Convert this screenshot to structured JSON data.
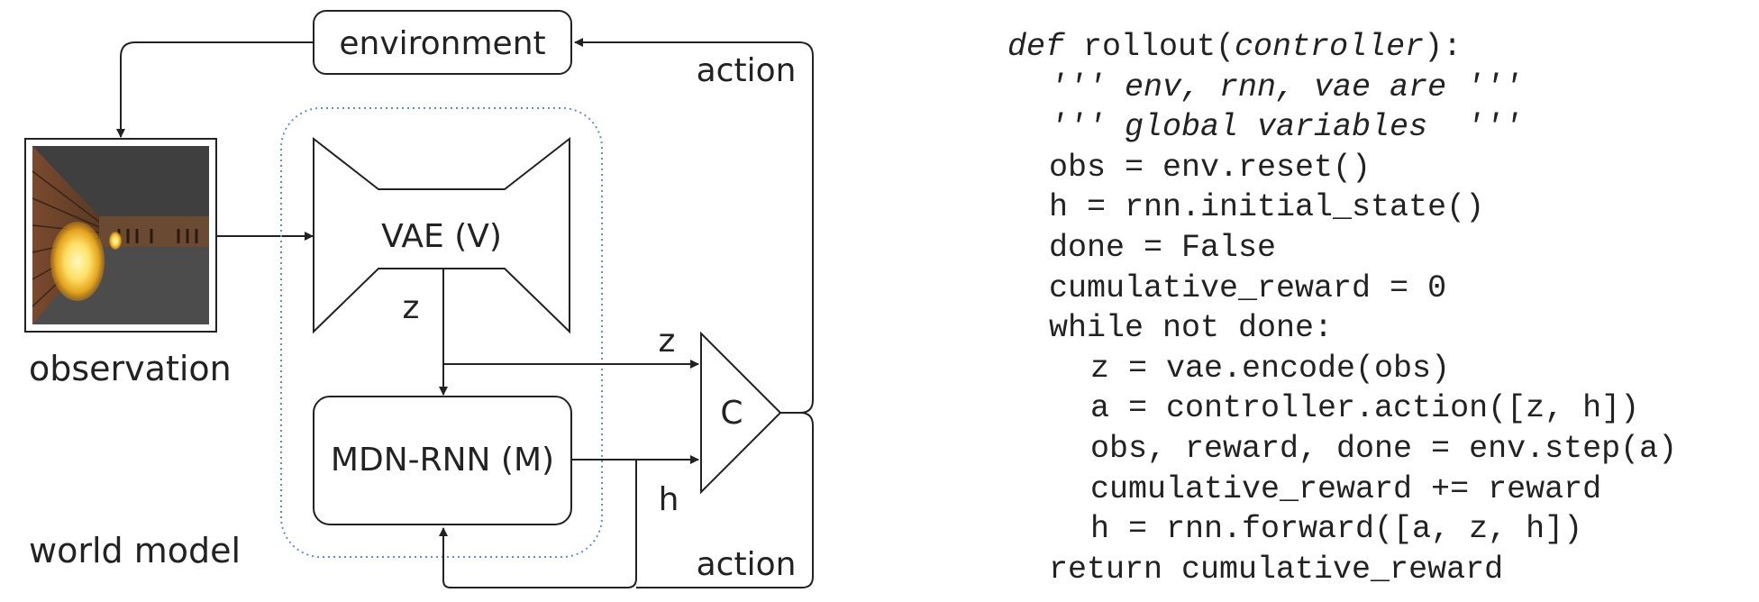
{
  "diagram": {
    "environment_label": "environment",
    "observation_label": "observation",
    "world_model_label": "world model",
    "vae_label": "VAE (V)",
    "mdn_rnn_label": "MDN-RNN (M)",
    "controller_label": "C",
    "action_top_label": "action",
    "action_bottom_label": "action",
    "z_vae_label": "z",
    "z_to_c_label": "z",
    "h_label": "h"
  },
  "code": {
    "line1_def": "def",
    "line1_name": " rollout(",
    "line1_arg": "controller",
    "line1_end": "):",
    "line2": "''' env, rnn, vae are '''",
    "line3": "''' global variables  '''",
    "line4": "obs = env.reset()",
    "line5": "h = rnn.initial_state()",
    "line6": "done = False",
    "line7": "cumulative_reward = 0",
    "line8": "while not done:",
    "line9": "z = vae.encode(obs)",
    "line10": "a = controller.action([z, h])",
    "line11": "obs, reward, done = env.step(a)",
    "line12": "cumulative_reward += reward",
    "line13": "h = rnn.forward([a, z, h])",
    "line14": "return cumulative_reward"
  }
}
